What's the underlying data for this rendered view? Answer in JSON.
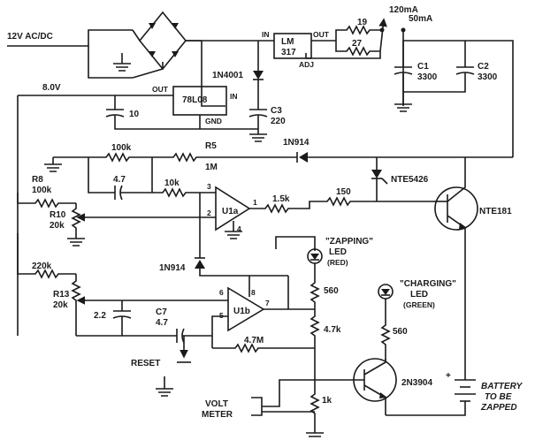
{
  "labels": {
    "supply": "12V AC/DC",
    "rail_8v": "8.0V",
    "in1": "IN",
    "out1": "OUT",
    "reg_lm317_a": "LM",
    "reg_lm317_b": "317",
    "adj": "ADJ",
    "in2": "IN",
    "out2": "OUT",
    "reg_7808": "78L08",
    "gnd": "GND",
    "d_1n4001": "1N4001",
    "c_10": "10",
    "c3_a": "C3",
    "c3_b": "220",
    "r19": "19",
    "r27": "27",
    "i120": "120mA",
    "i50": "50mA",
    "c1_a": "C1",
    "c1_b": "3300",
    "c2_a": "C2",
    "c2_b": "3300",
    "r100k_top": "100k",
    "r5_a": "R5",
    "r5_b": "1M",
    "d_1n914_top": "1N914",
    "c_47_top": "4.7",
    "r10k": "10k",
    "r8_a": "R8",
    "r8_b": "100k",
    "r10_a": "R10",
    "r10_b": "20k",
    "nte5426": "NTE5426",
    "nte181": "NTE181",
    "r15k": "1.5k",
    "r150": "150",
    "u1a": "U1a",
    "pin3": "3",
    "pin2": "2",
    "pin1": "1",
    "pin4": "4",
    "zap_led_a": "\"ZAPPING\"",
    "zap_led_b": "LED",
    "zap_led_c": "(RED)",
    "d_1n914_mid": "1N914",
    "r560_a": "560",
    "chg_led_a": "\"CHARGING\"",
    "chg_led_b": "LED",
    "chg_led_c": "(GREEN)",
    "r220k": "220k",
    "r13_a": "R13",
    "r13_b": "20k",
    "u1b": "U1b",
    "pin6": "6",
    "pin8": "8",
    "pin5": "5",
    "pin7": "7",
    "c22": "2.2",
    "c7_a": "C7",
    "c7_b": "4.7",
    "r47k": "4.7k",
    "r560_b": "560",
    "reset": "RESET",
    "r47m": "4.7M",
    "q2n3904": "2N3904",
    "volt": "VOLT",
    "meter": "METER",
    "r1k": "1k",
    "batt_a": "BATTERY",
    "batt_b": "TO BE",
    "batt_c": "ZAPPED",
    "plus": "+"
  }
}
